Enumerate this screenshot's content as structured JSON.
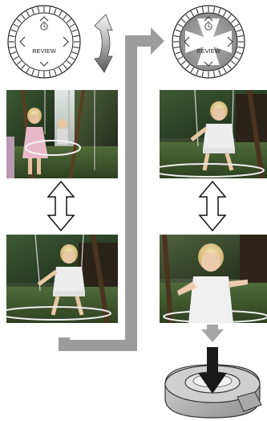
{
  "colors": {
    "connector_arrow": "#9c9c9c",
    "left_dial_face": "#ffffff",
    "right_dial_face": "#9a9a9a",
    "right_dial_highlight": "#ffffff",
    "rotation_arrow_light": "#f0f0f0",
    "rotation_arrow_dark": "#555555",
    "shutter_body": "#bdbdbd",
    "shutter_recess": "#e2e2e2",
    "press_arrow": "#1a1a1a",
    "down_step_arrow": "#a6a6a6"
  },
  "left_dial": {
    "label": "REVIEW",
    "top_icon": "self-timer-icon",
    "arrows": [
      "up",
      "down",
      "left",
      "right"
    ]
  },
  "right_dial": {
    "label": "REVIEW",
    "top_icon": "self-timer-icon",
    "arrows": [
      "up",
      "down",
      "left",
      "right"
    ],
    "highlighted": true
  },
  "left_column": {
    "photos": [
      {
        "scene": "girl-with-hoop-on-swing-set"
      },
      {
        "scene": "girl-on-swing-close"
      }
    ],
    "connector": "double-headed-vertical-arrow-icon"
  },
  "right_column": {
    "photos": [
      {
        "scene": "girl-on-swing-close"
      },
      {
        "scene": "girl-pointing-at-camera"
      }
    ],
    "connector": "double-headed-vertical-arrow-icon"
  },
  "rotation_arrow": "curved-double-arrow-icon",
  "flow_arrow": "elbow-connector-arrow-icon",
  "press_indicator": "press-down-arrow-icon",
  "shutter_button": "shutter-button-icon"
}
